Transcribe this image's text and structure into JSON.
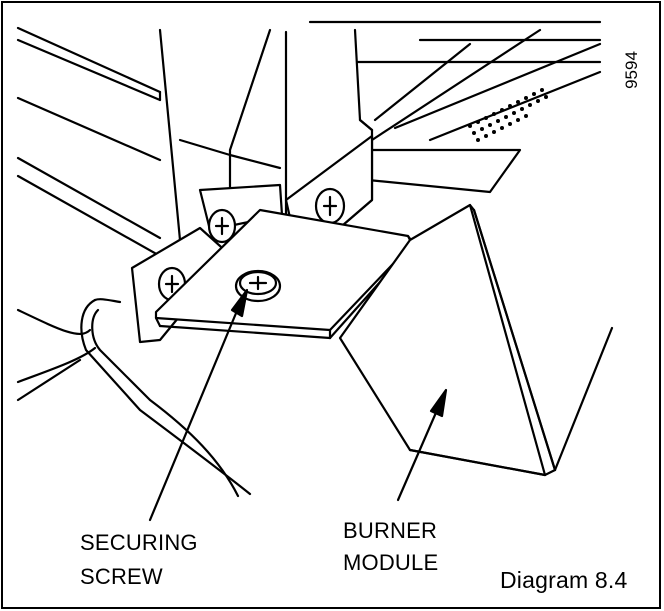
{
  "reference_number": "9594",
  "labels": {
    "securing_screw_line1": "SECURING",
    "securing_screw_line2": "SCREW",
    "burner_module_line1": "BURNER",
    "burner_module_line2": "MODULE"
  },
  "caption": "Diagram 8.4",
  "colors": {
    "ink": "#000000",
    "paper": "#ffffff"
  }
}
